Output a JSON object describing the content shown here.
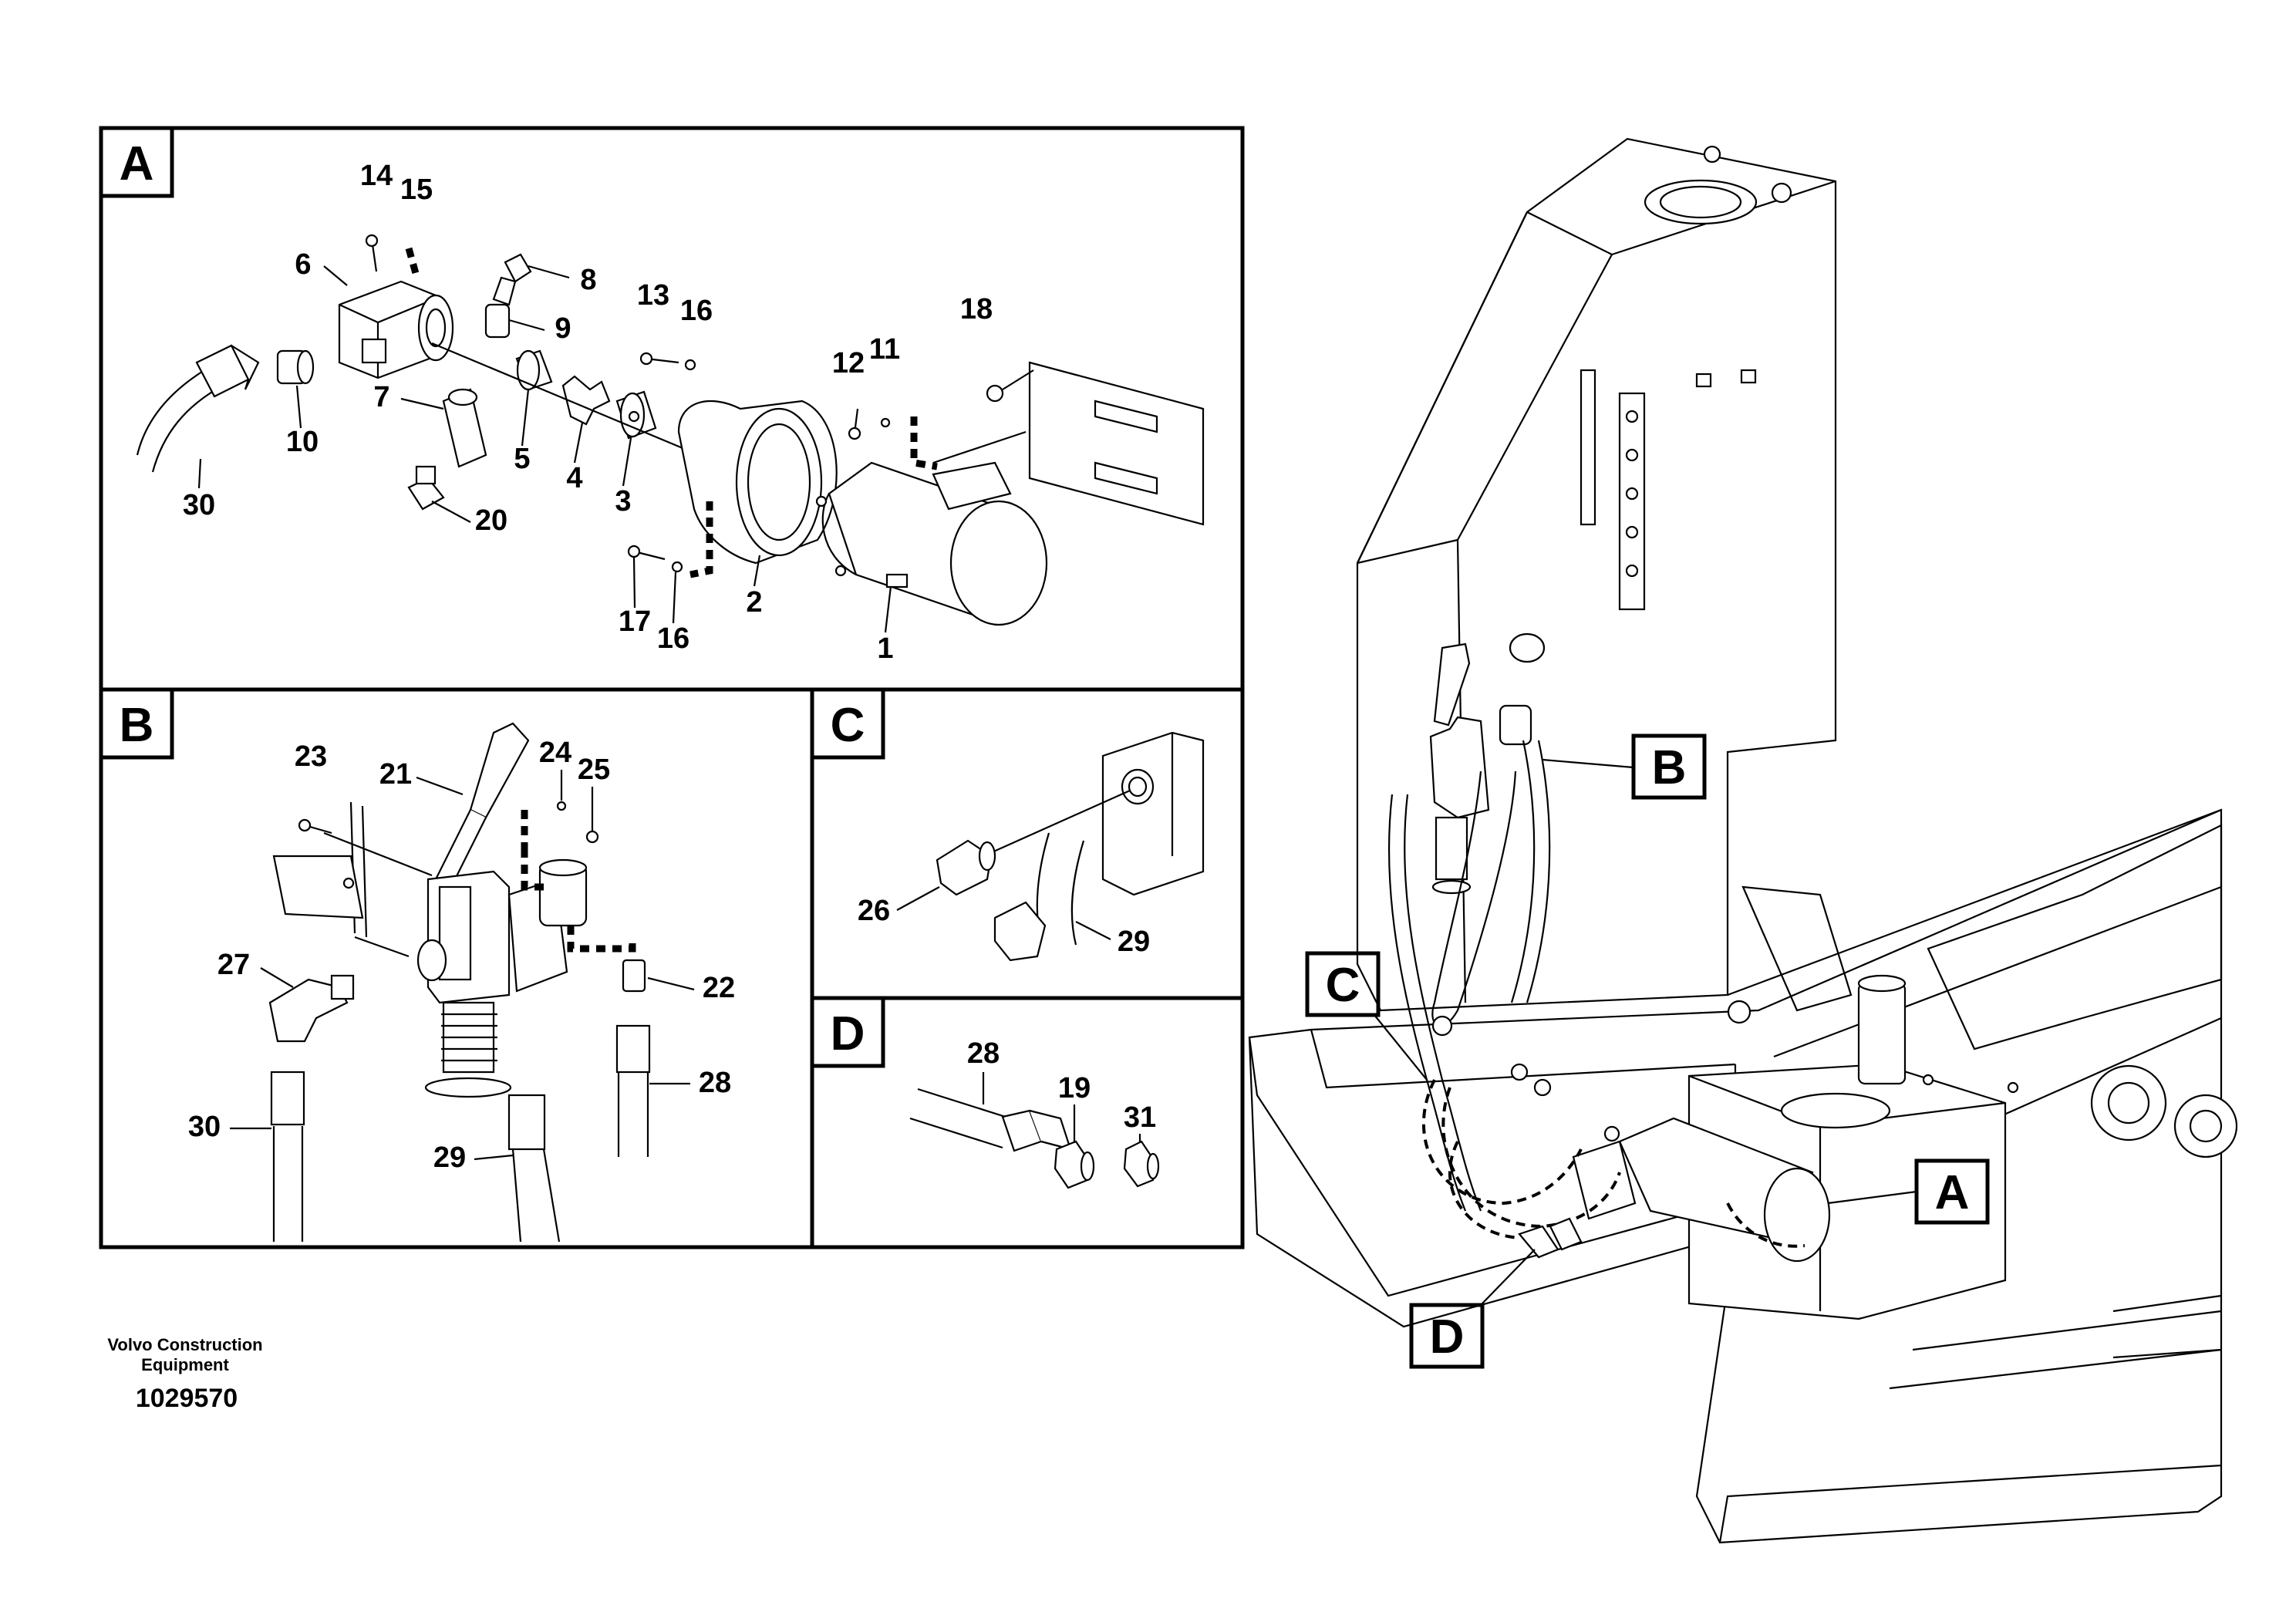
{
  "sections": [
    {
      "letter": "A"
    },
    {
      "letter": "B"
    },
    {
      "letter": "C"
    },
    {
      "letter": "D"
    }
  ],
  "callouts": [
    {
      "letter": "A"
    },
    {
      "letter": "B"
    },
    {
      "letter": "C"
    },
    {
      "letter": "D"
    }
  ],
  "part_labels": {
    "a": [
      "14",
      "15",
      "6",
      "8",
      "13",
      "16",
      "9",
      "18",
      "12",
      "11",
      "7",
      "10",
      "5",
      "4",
      "3",
      "30",
      "20",
      "17",
      "16",
      "2",
      "1"
    ],
    "b": [
      "23",
      "21",
      "24",
      "25",
      "27",
      "22",
      "28",
      "30",
      "29"
    ],
    "c": [
      "26",
      "29"
    ],
    "d": [
      "28",
      "19",
      "31"
    ]
  },
  "footer": {
    "company_line1": "Volvo Construction",
    "company_line2": "Equipment",
    "drawing_number": "1029570"
  }
}
